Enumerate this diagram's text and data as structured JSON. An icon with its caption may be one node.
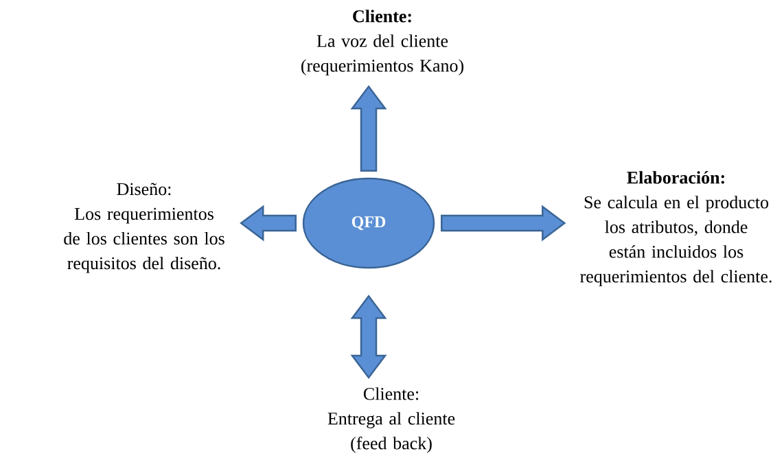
{
  "diagram": {
    "nodes": [
      {
        "text": [
          "QFD"
        ]
      },
      {
        "text": [
          "Cliente:",
          "La voz del cliente (requerimientos Kano)"
        ]
      },
      {
        "text": [
          "Elaboración:",
          "Se calcula en el producto los atributos, donde están incluidos los requerimientos del cliente."
        ]
      },
      {
        "text": [
          "Diseño:",
          "Los requerimientos de los clientes son los requisitos del diseño."
        ]
      },
      {
        "text": [
          "Cliente:",
          "Entrega al cliente (feed back)"
        ]
      }
    ],
    "edges": [
      {
        "from": 0,
        "to": 1,
        "arrow": "to"
      },
      {
        "from": 0,
        "to": 2,
        "arrow": "to"
      },
      {
        "from": 0,
        "to": 3,
        "arrow": "to"
      },
      {
        "from": 0,
        "to": 4,
        "arrow": "both"
      }
    ]
  }
}
